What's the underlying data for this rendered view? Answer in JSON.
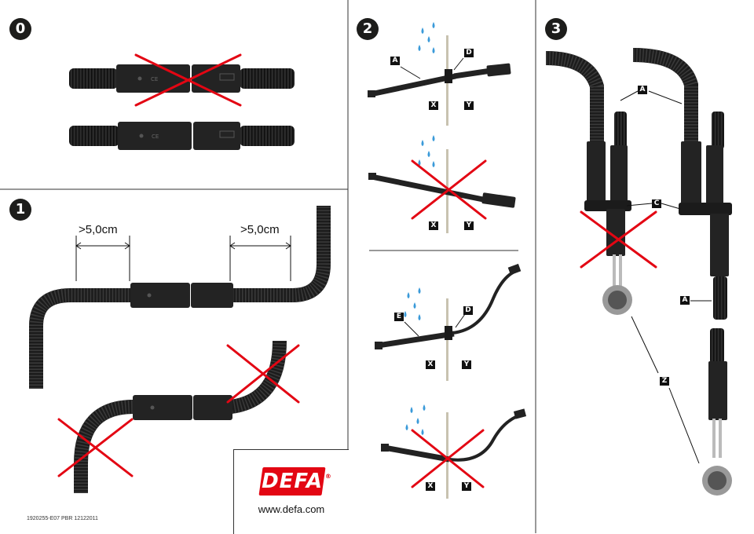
{
  "steps": {
    "s0": "0",
    "s1": "1",
    "s2": "2",
    "s3": "3"
  },
  "dimensions": {
    "left": ">5,0cm",
    "right": ">5,0cm"
  },
  "labels": {
    "A": "A",
    "D": "D",
    "E": "E",
    "X": "X",
    "Y": "Y",
    "C": "C",
    "Z": "Z"
  },
  "brand": {
    "logo": "DEFA",
    "registered": "®",
    "url": "www.defa.com"
  },
  "document_id": "1920255-E07 PBR 12122011",
  "colors": {
    "cross": "#e30613",
    "cable": "#222222",
    "droplet": "#3a9ad9",
    "wall": "#c8c2b0"
  }
}
